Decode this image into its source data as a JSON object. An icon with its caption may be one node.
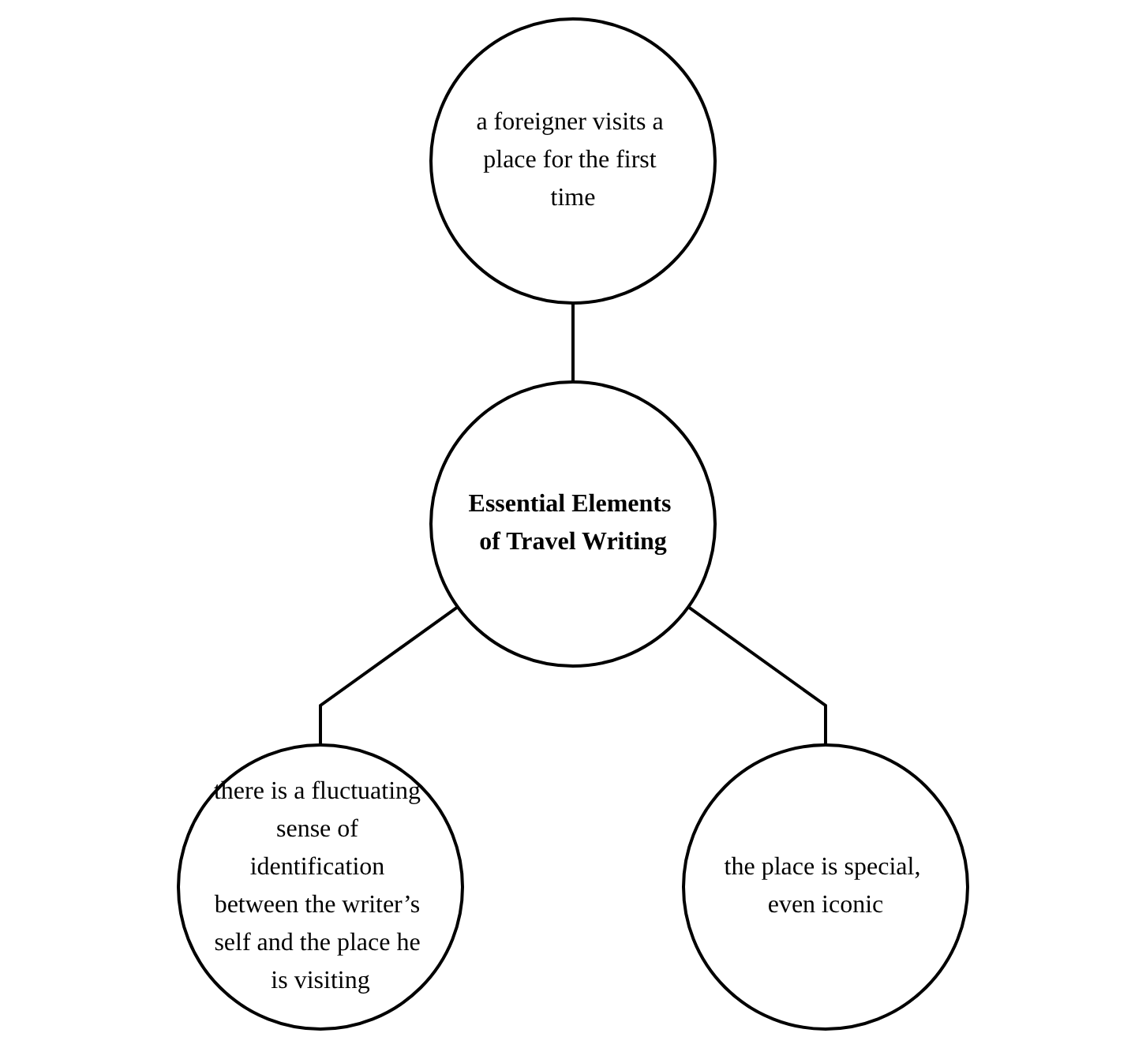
{
  "diagram": {
    "nodes": [
      {
        "text": [
          "a foreigner visits a place for the first time"
        ]
      },
      {
        "text": [
          "Essential Elements of Travel Writing"
        ]
      },
      {
        "text": [
          "there is a fluctuating sense of identification between the writer’s self and the place he is visiting"
        ]
      },
      {
        "text": [
          "the place is special, even iconic"
        ]
      }
    ],
    "edges": [
      {
        "from": 1,
        "to": 0,
        "arrow": "none"
      },
      {
        "from": 1,
        "to": 2,
        "arrow": "none"
      },
      {
        "from": 1,
        "to": 3,
        "arrow": "none"
      }
    ]
  }
}
